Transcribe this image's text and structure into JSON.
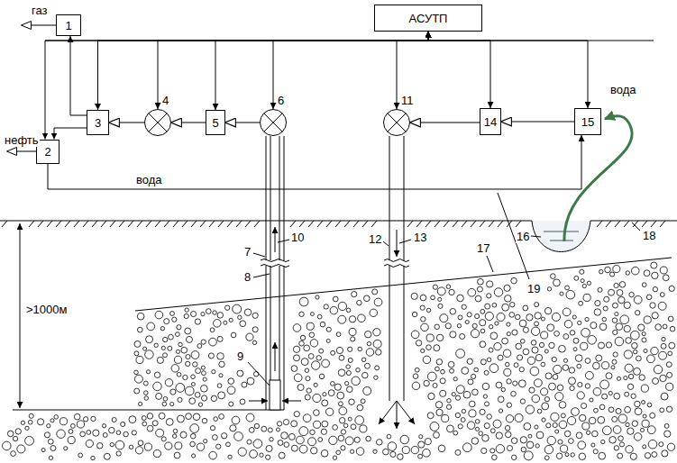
{
  "diagram": {
    "nodes": [
      {
        "text": [
          "АСУТП"
        ]
      },
      {
        "text": [
          "1"
        ]
      },
      {
        "text": [
          "2"
        ]
      },
      {
        "text": [
          "3"
        ]
      },
      {
        "text": [
          "4"
        ]
      },
      {
        "text": [
          "5"
        ]
      },
      {
        "text": [
          "6"
        ]
      },
      {
        "text": [
          "11"
        ]
      },
      {
        "text": [
          "14"
        ]
      },
      {
        "text": [
          "15"
        ]
      }
    ],
    "edges": [
      {
        "from": 0,
        "to": 2,
        "arrow": "both"
      },
      {
        "from": 0,
        "to": 3,
        "arrow": "both"
      },
      {
        "from": 0,
        "to": 4,
        "arrow": "both"
      },
      {
        "from": 0,
        "to": 5,
        "arrow": "both"
      },
      {
        "from": 0,
        "to": 6,
        "arrow": "both"
      },
      {
        "from": 0,
        "to": 7,
        "arrow": "both"
      },
      {
        "from": 0,
        "to": 8,
        "arrow": "both"
      },
      {
        "from": 0,
        "to": 9,
        "arrow": "both"
      },
      {
        "from": 3,
        "to": 1,
        "arrow": "to"
      },
      {
        "from": 3,
        "to": 2,
        "arrow": "to"
      },
      {
        "from": 6,
        "to": 5,
        "arrow": "to"
      },
      {
        "from": 5,
        "to": 4,
        "arrow": "to"
      },
      {
        "from": 4,
        "to": 3,
        "arrow": "to"
      },
      {
        "from": 9,
        "to": 8,
        "arrow": "to"
      },
      {
        "from": 8,
        "to": 7,
        "arrow": "to"
      },
      {
        "from": 2,
        "to": 9,
        "arrow": "to",
        "label": "вода"
      }
    ],
    "labels": [
      "газ",
      "нефть",
      ">1000м",
      "7",
      "8",
      "9",
      "10",
      "12",
      "13",
      "16",
      "17",
      "18",
      "19",
      "вода"
    ]
  }
}
